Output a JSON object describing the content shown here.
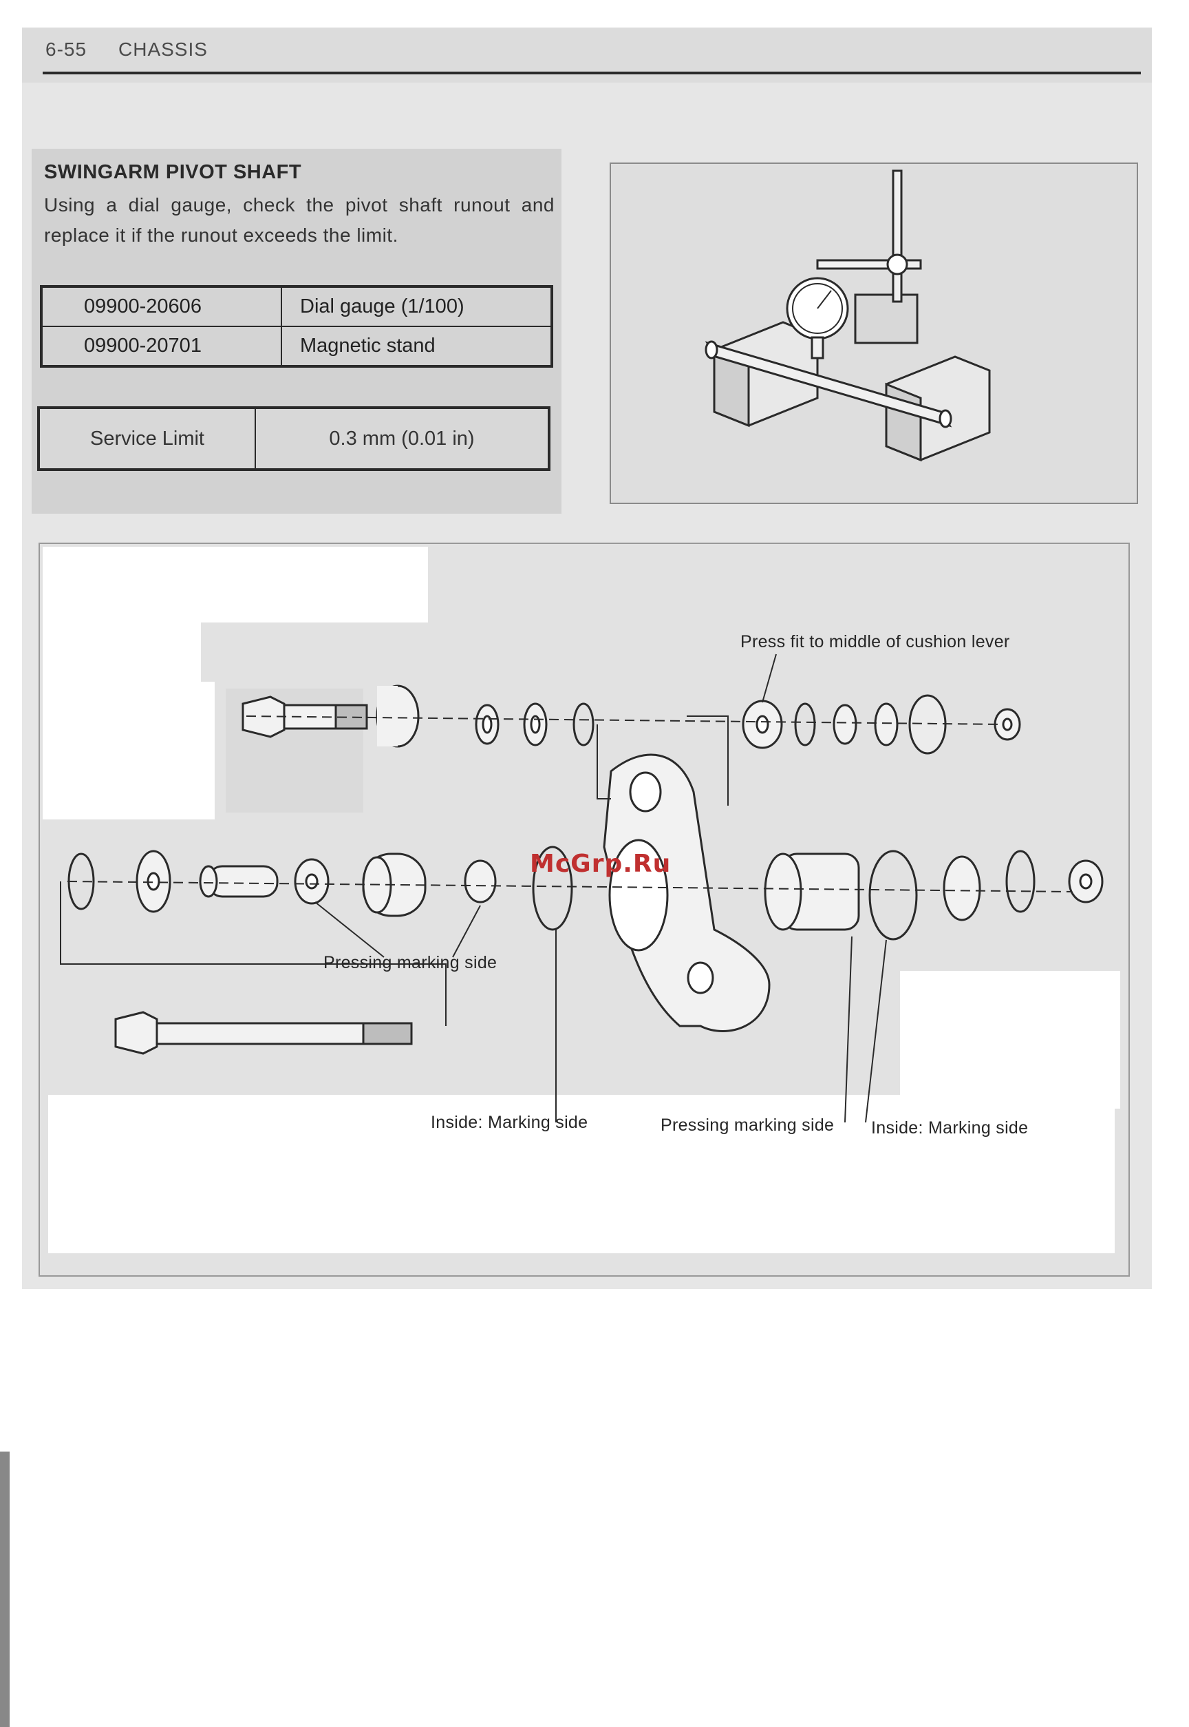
{
  "header": {
    "page_number": "6-55",
    "chapter": "CHASSIS"
  },
  "section": {
    "title": "SWINGARM PIVOT SHAFT",
    "body": "Using a dial gauge, check the pivot shaft runout and replace it if the runout exceeds the limit."
  },
  "tools": [
    {
      "code": "09900-20606",
      "name": "Dial gauge (1/100)"
    },
    {
      "code": "09900-20701",
      "name": "Magnetic stand"
    }
  ],
  "service_limit": {
    "label": "Service Limit",
    "value": "0.3 mm (0.01 in)"
  },
  "diagram": {
    "labels": {
      "press_fit": "Press fit to middle of cushion lever",
      "pressing_marking_left": "Pressing marking side",
      "inside_marking_left": "Inside:  Marking side",
      "pressing_marking_right": "Pressing marking side",
      "inside_marking_right": "Inside:  Marking side"
    },
    "watermark": "McGrp.Ru"
  }
}
